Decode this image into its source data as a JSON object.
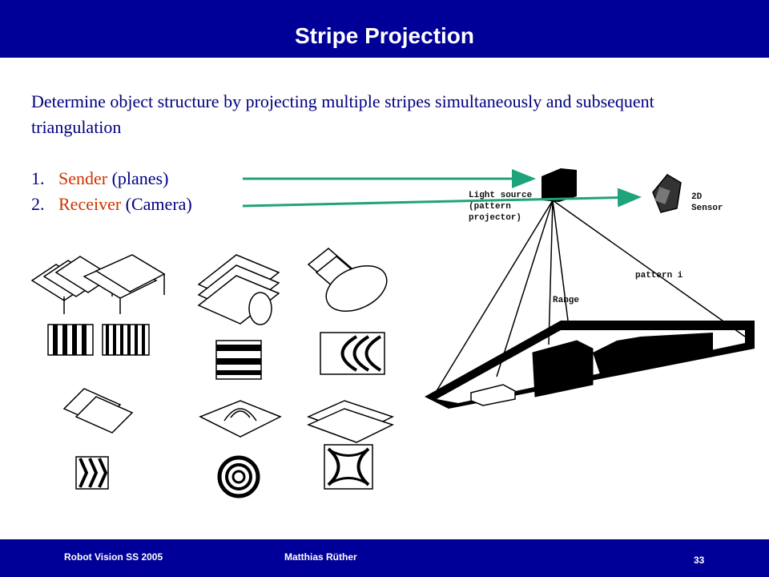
{
  "slide": {
    "title": "Stripe Projection",
    "description": "Determine object structure by projecting multiple stripes simultaneously and subsequent triangulation",
    "items": [
      {
        "number": "1.",
        "highlight": "Sender",
        "rest": " (planes)"
      },
      {
        "number": "2.",
        "highlight": "Receiver",
        "rest": " (Camera)"
      }
    ]
  },
  "diagram": {
    "light_source_label": [
      "Light source",
      "(pattern",
      "projector)"
    ],
    "sensor_label": [
      "2D",
      "Sensor"
    ],
    "pattern_label": "pattern i",
    "range_label": "Range"
  },
  "footer": {
    "course": "Robot Vision SS 2005",
    "author": "Matthias Rüther",
    "page_number": "33"
  },
  "colors": {
    "bar": "#000099",
    "text": "#000080",
    "highlight": "#cc3300",
    "arrow": "#1fa37a"
  }
}
